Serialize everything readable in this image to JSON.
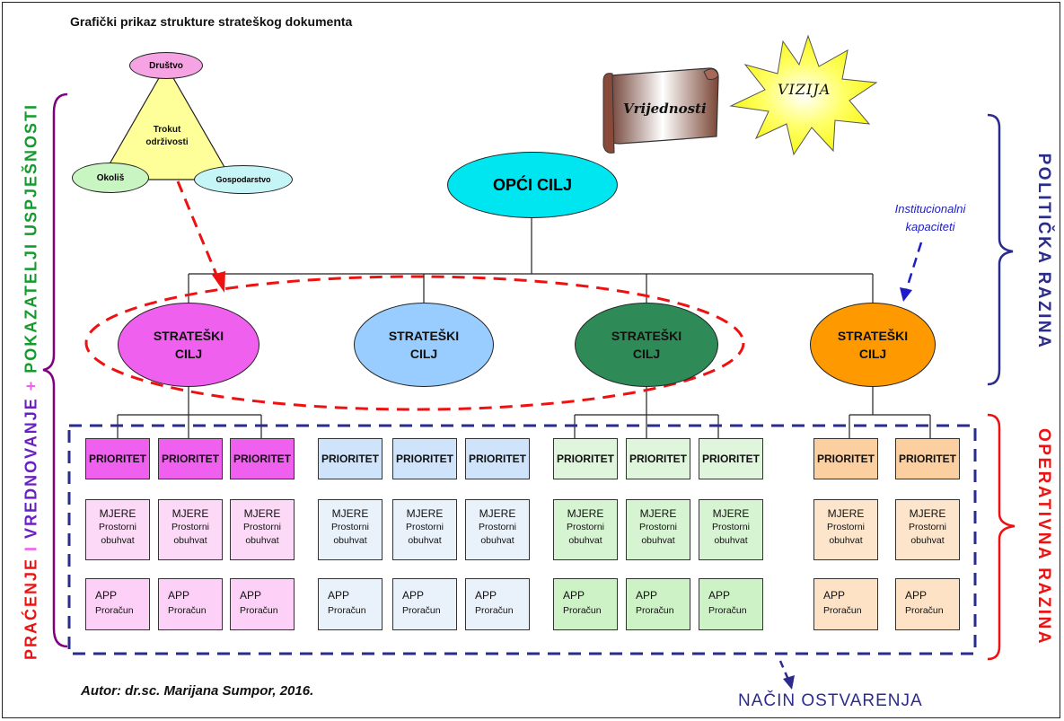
{
  "title": "Grafički prikaz strukture strateškog dokumenta",
  "author": "Autor: dr.sc. Marijana Sumpor, 2016.",
  "nacin_ostvarenja": "NAČIN OSTVARENJA",
  "institucionalni": [
    "Institucionalni",
    "kapaciteti"
  ],
  "triangle": {
    "top": "Društvo",
    "left": "Okoliš",
    "right": "Gospodarstvo",
    "center": [
      "Trokut",
      "održivosti"
    ]
  },
  "vrijednosti": "Vrijednosti",
  "vizija": "VIZIJA",
  "opci_cilj": "OPĆI CILJ",
  "left_vertical": {
    "part1": "PRAĆENJE",
    "sep1": " I ",
    "part2": "VREDNOVANJE",
    "sep2": " + ",
    "part3": "POKAZATELJI USPJEŠNOSTI"
  },
  "right_labels": {
    "politicka": "POLITIČKA RAZINA",
    "operativna": "OPERATIVNA RAZINA"
  },
  "colors": {
    "pink": "#f060ee",
    "blue": "#99ccff",
    "green": "#2e8b57",
    "orange": "#ff9900",
    "cyan": "#00e6f0",
    "red": "#ee1111",
    "navy": "#2b2b8c",
    "purple": "#800080",
    "greenText": "#159a2e"
  },
  "goals": [
    {
      "label": [
        "STRATEŠKI",
        "CILJ"
      ],
      "color": "#f060ee",
      "priorities": [
        {
          "priority": "PRIORITET",
          "mjere": "MJERE",
          "obuhvat": [
            "Prostorni",
            "obuhvat"
          ],
          "app": "APP",
          "proracun": "Proračun"
        },
        {
          "priority": "PRIORITET",
          "mjere": "MJERE",
          "obuhvat": [
            "Prostorni",
            "obuhvat"
          ],
          "app": "APP",
          "proracun": "Proračun"
        },
        {
          "priority": "PRIORITET",
          "mjere": "MJERE",
          "obuhvat": [
            "Prostorni",
            "obuhvat"
          ],
          "app": "APP",
          "proracun": "Proračun"
        }
      ]
    },
    {
      "label": [
        "STRATEŠKI",
        "CILJ"
      ],
      "color": "#99ccff",
      "priorities": [
        {
          "priority": "PRIORITET",
          "mjere": "MJERE",
          "obuhvat": [
            "Prostorni",
            "obuhvat"
          ],
          "app": "APP",
          "proracun": "Proračun"
        },
        {
          "priority": "PRIORITET",
          "mjere": "MJERE",
          "obuhvat": [
            "Prostorni",
            "obuhvat"
          ],
          "app": "APP",
          "proracun": "Proračun"
        },
        {
          "priority": "PRIORITET",
          "mjere": "MJERE",
          "obuhvat": [
            "Prostorni",
            "obuhvat"
          ],
          "app": "APP",
          "proracun": "Proračun"
        }
      ]
    },
    {
      "label": [
        "STRATEŠKI",
        "CILJ"
      ],
      "color": "#2e8b57",
      "priorities": [
        {
          "priority": "PRIORITET",
          "mjere": "MJERE",
          "obuhvat": [
            "Prostorni",
            "obuhvat"
          ],
          "app": "APP",
          "proracun": "Proračun"
        },
        {
          "priority": "PRIORITET",
          "mjere": "MJERE",
          "obuhvat": [
            "Prostorni",
            "obuhvat"
          ],
          "app": "APP",
          "proracun": "Proračun"
        },
        {
          "priority": "PRIORITET",
          "mjere": "MJERE",
          "obuhvat": [
            "Prostorni",
            "obuhvat"
          ],
          "app": "APP",
          "proracun": "Proračun"
        }
      ]
    },
    {
      "label": [
        "STRATEŠKI",
        "CILJ"
      ],
      "color": "#ff9900",
      "priorities": [
        {
          "priority": "PRIORITET",
          "mjere": "MJERE",
          "obuhvat": [
            "Prostorni",
            "obuhvat"
          ],
          "app": "APP",
          "proracun": "Proračun"
        },
        {
          "priority": "PRIORITET",
          "mjere": "MJERE",
          "obuhvat": [
            "Prostorni",
            "obuhvat"
          ],
          "app": "APP",
          "proracun": "Proračun"
        }
      ]
    }
  ]
}
